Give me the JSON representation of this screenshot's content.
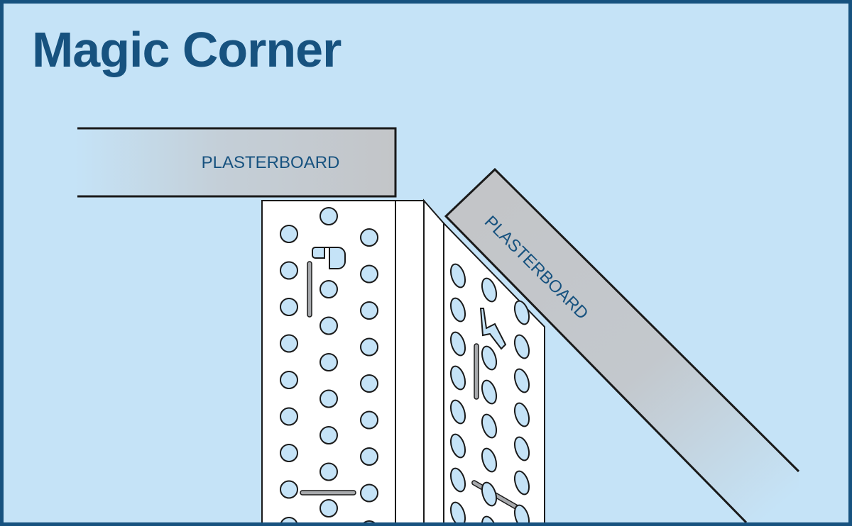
{
  "title": "Magic Corner",
  "labels": {
    "board_top": "PLASTERBOARD",
    "board_angled": "PLASTERBOARD"
  },
  "colors": {
    "frame": "#17527f",
    "background": "#c5e3f7",
    "board_grey": "#c3c5c8",
    "profile_white": "#ffffff",
    "hole_blue": "#c5e3f7",
    "outline": "#1a1a1a"
  }
}
